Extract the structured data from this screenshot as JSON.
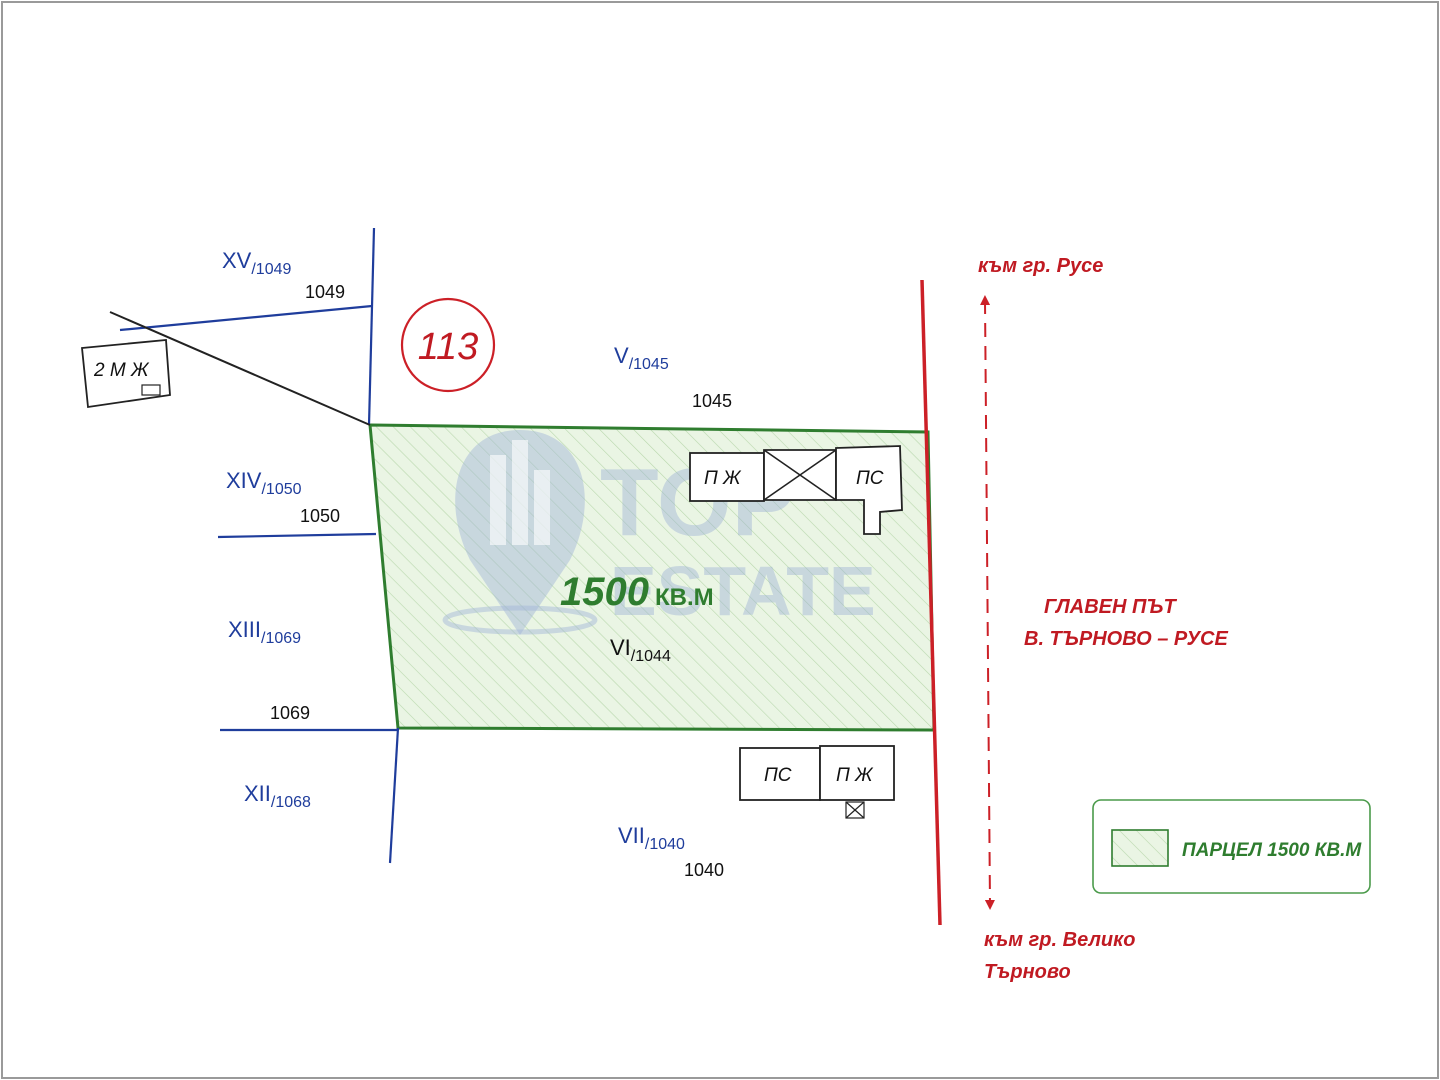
{
  "parcel_number": "113",
  "plot": {
    "area_value": "1500",
    "area_unit": "КВ.М",
    "label_main": "VI",
    "label_sub": "/1044"
  },
  "neighbors": [
    {
      "id": "xv",
      "main": "XV",
      "sub": "/1049",
      "number": "1049"
    },
    {
      "id": "v",
      "main": "V",
      "sub": "/1045",
      "number": "1045"
    },
    {
      "id": "xiv",
      "main": "XIV",
      "sub": "/1050",
      "number": "1050"
    },
    {
      "id": "xiii",
      "main": "XIII",
      "sub": "/1069",
      "number": "1069"
    },
    {
      "id": "xii",
      "main": "XII",
      "sub": "/1068",
      "number": ""
    },
    {
      "id": "vii",
      "main": "VII",
      "sub": "/1040",
      "number": "1040"
    }
  ],
  "buildings": {
    "two_mzh": "2 М Ж",
    "pzh_top": "П Ж",
    "ps_top": "ПС",
    "ps_bottom": "ПС",
    "pzh_bottom": "П Ж"
  },
  "road": {
    "to_ruse": "към гр. Русе",
    "main_road_line1": "ГЛАВЕН ПЪТ",
    "main_road_line2": "В. ТЪРНОВО – РУСЕ",
    "to_vt_line1": "към гр. Велико",
    "to_vt_line2": "Търново"
  },
  "legend": {
    "label": "ПАРЦЕЛ 1500 КВ.М"
  },
  "watermark": {
    "line1": "TOP",
    "line2": "ESTATE"
  },
  "colors": {
    "boundary_blue": "#1f3d9c",
    "plot_green": "#2f7d2f",
    "road_red": "#cc2027",
    "hatch_fill": "#eaf5e4"
  }
}
